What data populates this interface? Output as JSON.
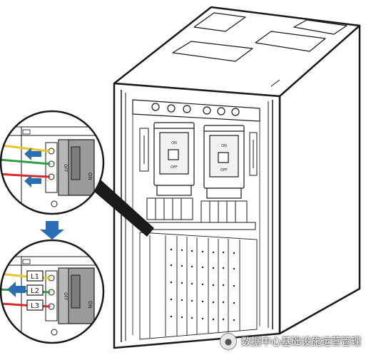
{
  "colors": {
    "line": "#1a1a1a",
    "arrow_blue": "#2a6fb5",
    "wire_yellow": "#e8c62a",
    "wire_green": "#2f9e44",
    "wire_red": "#d62b2b",
    "breaker_gray": "#9a9a9a"
  },
  "top_callout": {
    "switch_on_label": "ON",
    "switch_off_label": "OFF"
  },
  "bottom_callout": {
    "phase_labels": [
      "L1",
      "L2",
      "L3"
    ],
    "switch_on_label": "ON",
    "switch_off_label": "OFF"
  },
  "cabinet": {
    "breakers": [
      {
        "on_label": "ON",
        "off_label": "OFF"
      },
      {
        "on_label": "ON",
        "off_label": "OFF"
      }
    ]
  },
  "watermark": {
    "icon": "wechat-icon",
    "text": "数据中心基础设施运营管理"
  }
}
